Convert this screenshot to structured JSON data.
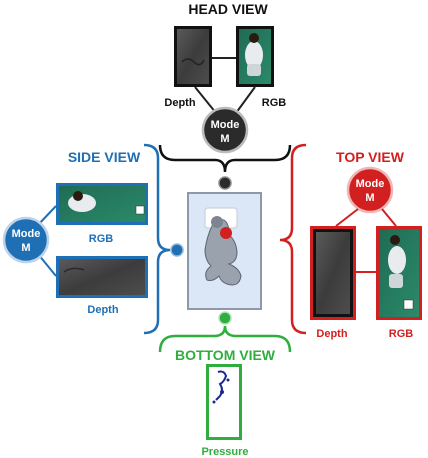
{
  "head": {
    "title": "HEAD VIEW",
    "depth_label": "Depth",
    "rgb_label": "RGB",
    "mode_line1": "Mode",
    "mode_line2": "M"
  },
  "side": {
    "title": "SIDE VIEW",
    "rgb_label": "RGB",
    "depth_label": "Depth",
    "mode_line1": "Mode",
    "mode_line2": "M"
  },
  "top": {
    "title": "TOP VIEW",
    "depth_label": "Depth",
    "rgb_label": "RGB",
    "mode_line1": "Mode",
    "mode_line2": "M"
  },
  "bottom": {
    "title": "BOTTOM VIEW",
    "pressure_label": "Pressure"
  },
  "colors": {
    "head": "#111111",
    "side": "#1f6fb5",
    "top": "#d21f1f",
    "bottom": "#2fae3f",
    "mat": "#dbe6f6"
  }
}
